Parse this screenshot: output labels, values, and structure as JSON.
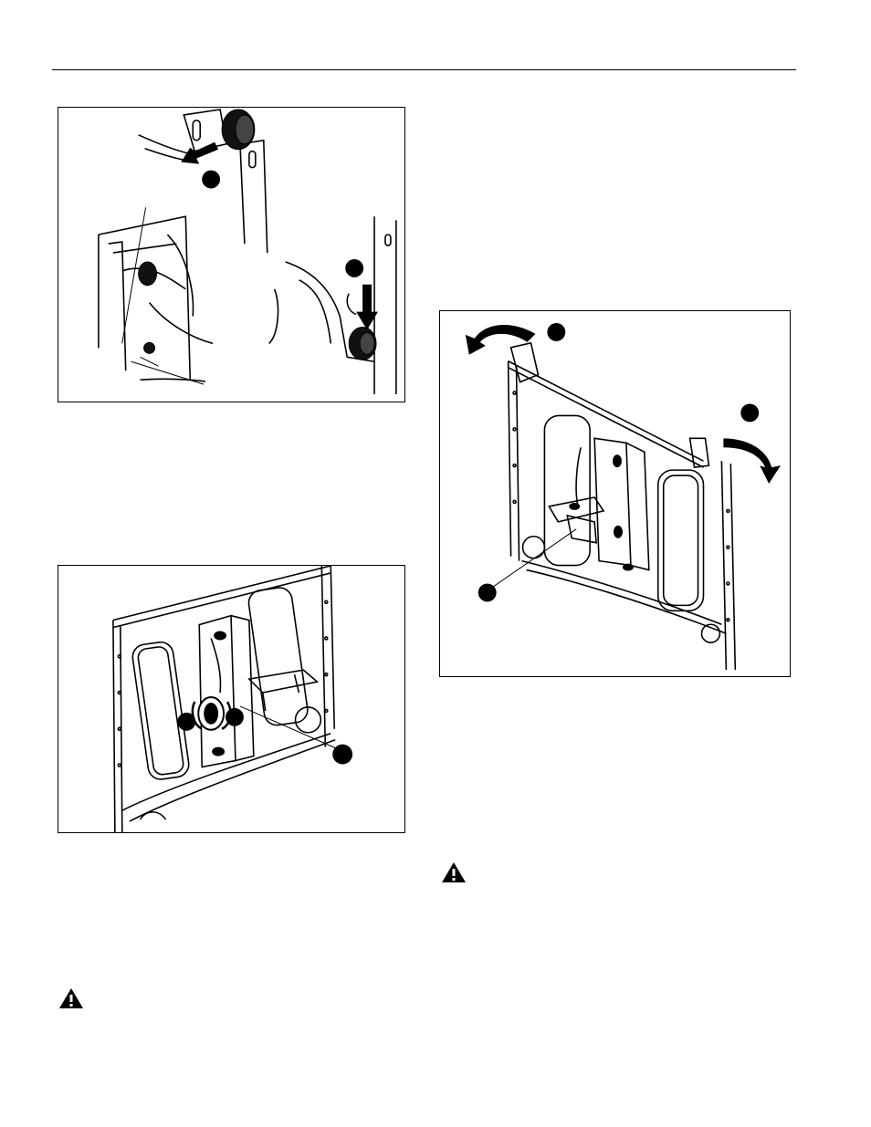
{
  "page": {
    "figures": [
      {
        "id": "fig-a",
        "icon": "mount-adapter-assembly-illustration",
        "callouts": 2
      },
      {
        "id": "fig-b",
        "icon": "mount-plate-knob-adjust-illustration",
        "callouts": 3
      },
      {
        "id": "fig-c",
        "icon": "mount-rotate-tilt-illustration",
        "callouts": 3
      }
    ],
    "warnings": [
      {
        "id": "warn-left",
        "icon": "warning-triangle-icon"
      },
      {
        "id": "warn-right",
        "icon": "warning-triangle-icon"
      }
    ],
    "colors": {
      "line": "#000000",
      "background": "#ffffff"
    }
  }
}
